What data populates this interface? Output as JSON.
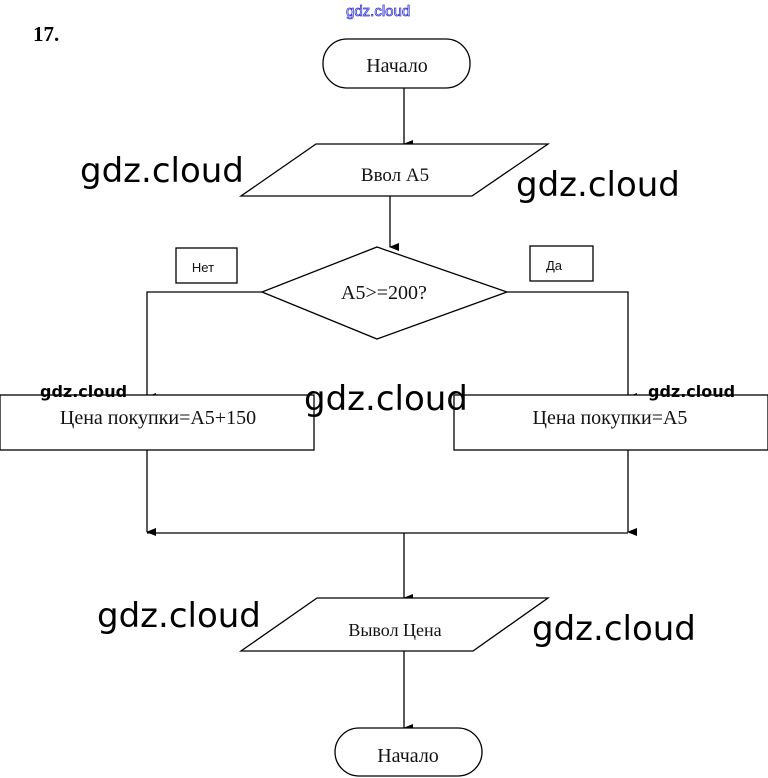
{
  "problem_number": "17.",
  "watermarks": {
    "top": "gdz.cloud",
    "left_upper": "gdz.cloud",
    "right_upper": "gdz.cloud",
    "left_small": "gdz.cloud",
    "center": "gdz.cloud",
    "right_small": "gdz.cloud",
    "left_lower": "gdz.cloud",
    "right_lower": "gdz.cloud"
  },
  "flowchart": {
    "start": "Начало",
    "input": "Ввол А5",
    "decision": "А5>=200?",
    "no_label": "Нет",
    "yes_label": "Да",
    "no_branch": "Цена покупки=А5+150",
    "yes_branch": "Цена покупки=А5",
    "output": "Вывол Цена",
    "end": "Начало"
  }
}
